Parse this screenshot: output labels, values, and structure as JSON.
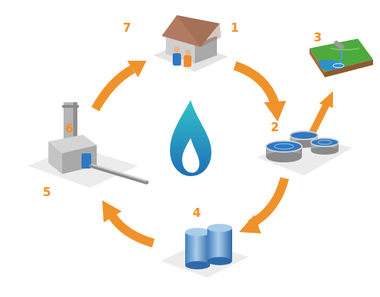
{
  "diagram": {
    "labels": [
      "7",
      "1",
      "3",
      "2",
      "4",
      "6",
      "5"
    ]
  }
}
